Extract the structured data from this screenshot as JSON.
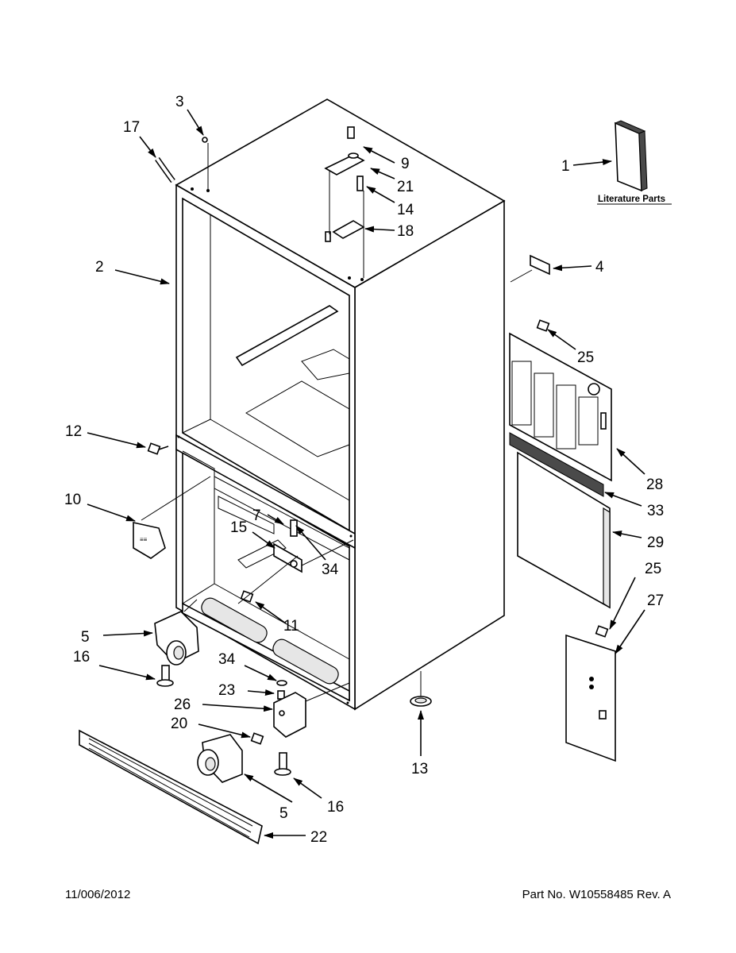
{
  "literature_label": "Literature Parts",
  "callouts": [
    {
      "id": "c1",
      "label": "1"
    },
    {
      "id": "c2",
      "label": "2"
    },
    {
      "id": "c3",
      "label": "3"
    },
    {
      "id": "c4",
      "label": "4"
    },
    {
      "id": "c5a",
      "label": "5"
    },
    {
      "id": "c5b",
      "label": "5"
    },
    {
      "id": "c7",
      "label": "7"
    },
    {
      "id": "c9",
      "label": "9"
    },
    {
      "id": "c10",
      "label": "10"
    },
    {
      "id": "c11",
      "label": "11"
    },
    {
      "id": "c12",
      "label": "12"
    },
    {
      "id": "c13",
      "label": "13"
    },
    {
      "id": "c14",
      "label": "14"
    },
    {
      "id": "c15",
      "label": "15"
    },
    {
      "id": "c16a",
      "label": "16"
    },
    {
      "id": "c16b",
      "label": "16"
    },
    {
      "id": "c17",
      "label": "17"
    },
    {
      "id": "c18",
      "label": "18"
    },
    {
      "id": "c20",
      "label": "20"
    },
    {
      "id": "c21",
      "label": "21"
    },
    {
      "id": "c22",
      "label": "22"
    },
    {
      "id": "c23",
      "label": "23"
    },
    {
      "id": "c25a",
      "label": "25"
    },
    {
      "id": "c25b",
      "label": "25"
    },
    {
      "id": "c26",
      "label": "26"
    },
    {
      "id": "c27",
      "label": "27"
    },
    {
      "id": "c28",
      "label": "28"
    },
    {
      "id": "c29",
      "label": "29"
    },
    {
      "id": "c33",
      "label": "33"
    },
    {
      "id": "c34a",
      "label": "34"
    },
    {
      "id": "c34b",
      "label": "34"
    }
  ],
  "footer": {
    "date": "11/006/2012",
    "part_number": "Part No.  W10558485  Rev.  A"
  }
}
